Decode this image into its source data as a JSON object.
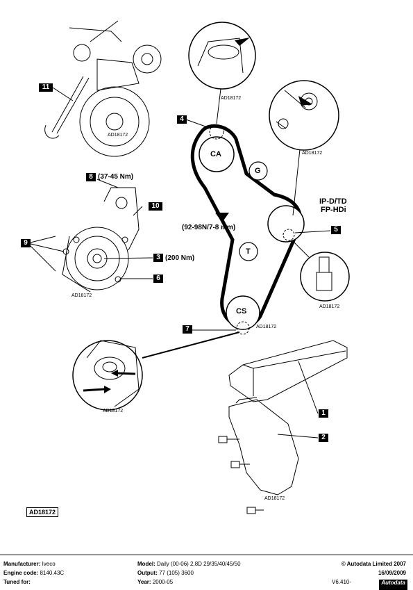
{
  "diagram": {
    "reference": "AD18172",
    "callouts": [
      "1",
      "2",
      "3",
      "4",
      "5",
      "6",
      "7",
      "8",
      "9",
      "10",
      "11"
    ],
    "torques": {
      "item8": "(37-45 Nm)",
      "item3": "(200 Nm)",
      "tension": "(92-98N/7-8 mm)"
    },
    "pulleys": {
      "camshaft": "CA",
      "guide": "G",
      "tensioner": "T",
      "crankshaft": "CS"
    },
    "engine_types": [
      "IP-D/TD",
      "FP-HDi"
    ],
    "ref_small": "AD18172"
  },
  "footer": {
    "manufacturer_label": "Manufacturer:",
    "manufacturer_value": "Iveco",
    "engine_code_label": "Engine code:",
    "engine_code_value": "8140.43C",
    "tuned_for_label": "Tuned for:",
    "model_label": "Model:",
    "model_value": "Daily (00-06) 2,8D 29/35/40/45/50",
    "output_label": "Output:",
    "output_value": "77 (105) 3600",
    "year_label": "Year:",
    "year_value": "2000-05",
    "copyright": "© Autodata Limited 2007",
    "date": "16/09/2009",
    "version": "V6.410-",
    "brand": "Autodata"
  }
}
